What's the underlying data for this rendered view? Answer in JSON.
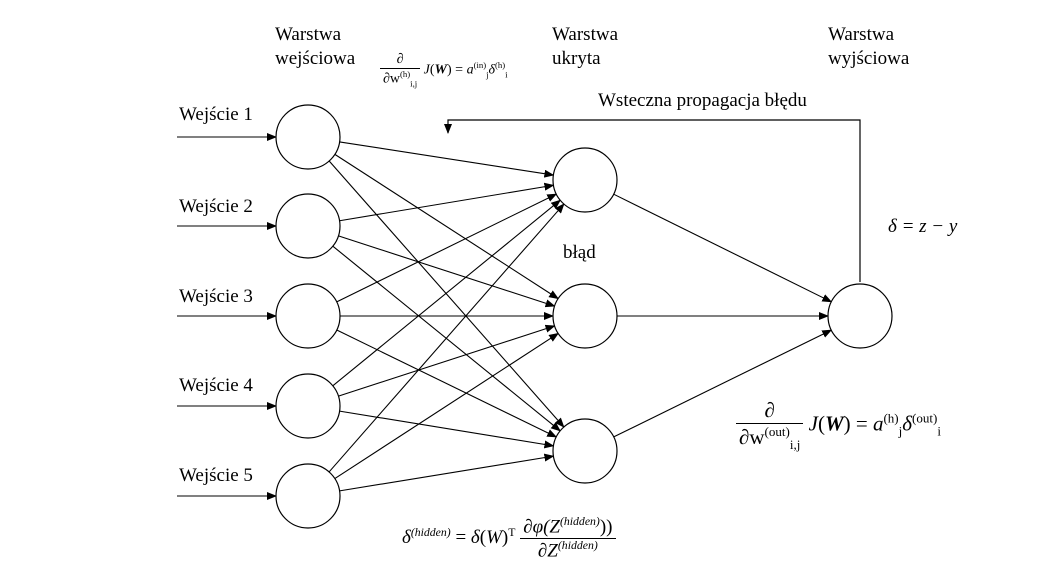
{
  "layers": {
    "input": [
      "Warstwa",
      "wejściowa"
    ],
    "hidden": [
      "Warstwa",
      "ukryta"
    ],
    "output": [
      "Warstwa",
      "wyjściowa"
    ]
  },
  "inputs": [
    "Wejście 1",
    "Wejście 2",
    "Wejście 3",
    "Wejście 4",
    "Wejście 5"
  ],
  "backprop_label": "Wsteczna propagacja błędu",
  "error_label": "błąd",
  "delta_output": "δ = z − y",
  "formula_input_grad": {
    "numerator": "∂",
    "denominator_base": "∂w",
    "denominator_sup": "(h)",
    "denominator_sub": "i,j",
    "function": "J",
    "argument": "W",
    "a_sup": "(in)",
    "a_sub": "j",
    "delta_sup": "(h)",
    "delta_sub": "i"
  },
  "formula_output_grad": {
    "numerator": "∂",
    "denominator_base": "∂w",
    "denominator_sup": "(out)",
    "denominator_sub": "i,j",
    "function": "J",
    "argument": "W",
    "a_sup": "(h)",
    "a_sub": "j",
    "delta_sup": "(out)",
    "delta_sub": "i"
  },
  "formula_hidden_delta": {
    "lhs_sup": "(hidden)",
    "transpose": "T",
    "numerator": "∂φ(Z",
    "numerator_sup": "(hidden)",
    "numerator_end": "))",
    "denominator": "∂Z",
    "denominator_sup": "(hidden)"
  }
}
